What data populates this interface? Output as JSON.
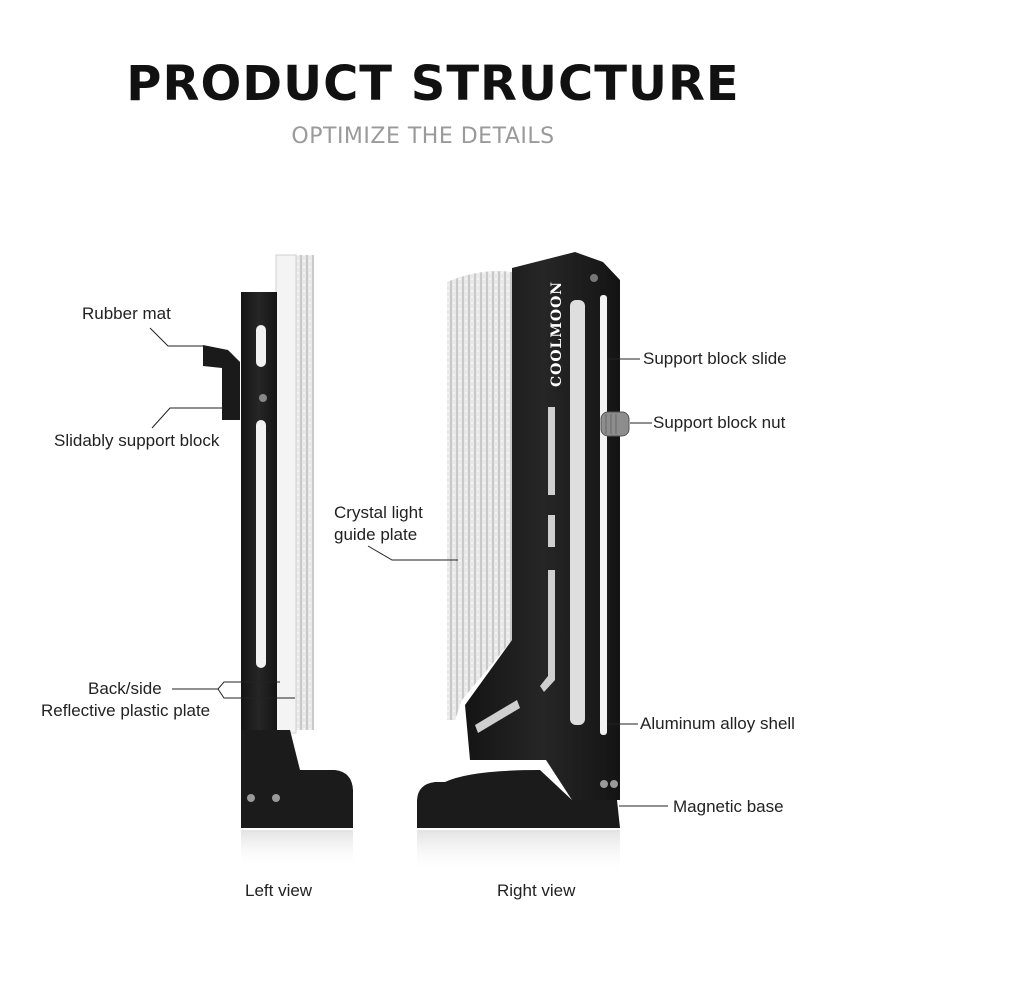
{
  "heading": {
    "title": "PRODUCT STRUCTURE",
    "subtitle": "OPTIMIZE THE DETAILS"
  },
  "brand": "COOLMOON",
  "labels": {
    "rubber_mat": "Rubber mat",
    "slidably_support_block": "Slidably support block",
    "back_side": "Back/side",
    "reflective_plastic_plate": "Reflective plastic plate",
    "crystal_light": "Crystal light",
    "guide_plate": "guide plate",
    "support_block_slide": "Support block slide",
    "support_block_nut": "Support block nut",
    "aluminum_alloy_shell": "Aluminum alloy shell",
    "magnetic_base": "Magnetic base"
  },
  "captions": {
    "left_view": "Left view",
    "right_view": "Right view"
  },
  "colors": {
    "shell": "#1b1b1b",
    "crystal": "#dcdcdc",
    "accent_text": "#9a9a9a"
  }
}
